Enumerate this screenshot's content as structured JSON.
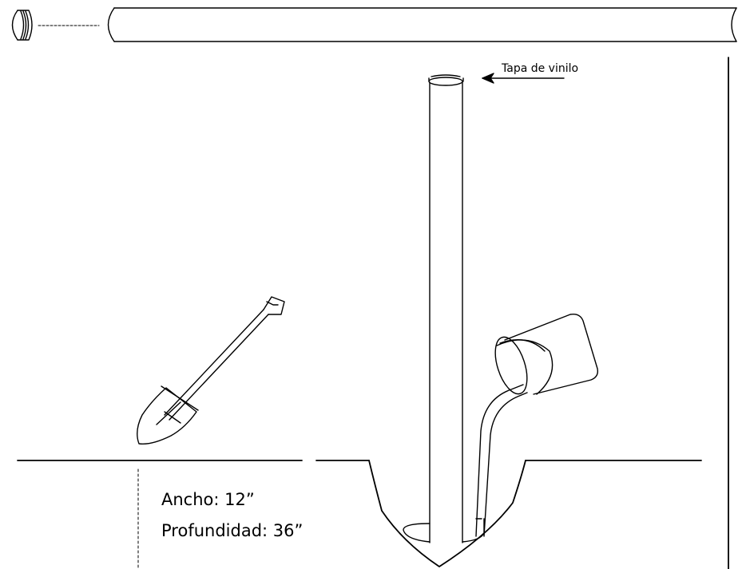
{
  "labels": {
    "cap": "Tapa de vinilo",
    "width": "Ancho: 12”",
    "depth": "Profundidad: 36”"
  },
  "colors": {
    "stroke": "#000000",
    "background": "#ffffff"
  }
}
